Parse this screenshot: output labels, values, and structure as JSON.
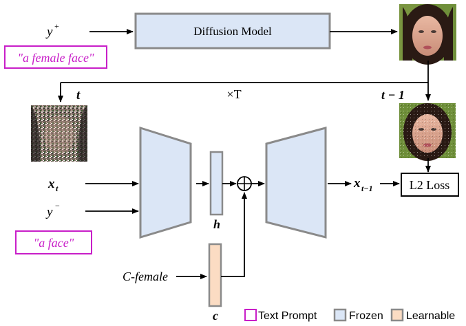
{
  "colors": {
    "frozen_fill": "#dbe6f6",
    "frozen_stroke": "#8a8a8a",
    "learnable_fill": "#fbdcc3",
    "prompt": "#c81ec8"
  },
  "top": {
    "y_plus": "y",
    "y_plus_sup": "+",
    "prompt_female": "\"a female face\"",
    "diffusion_model": "Diffusion Model"
  },
  "loop": {
    "t": "t",
    "times_T": "×T",
    "t_minus_1": "t − 1"
  },
  "inputs": {
    "x_t": "x",
    "x_t_sub": "t",
    "y_minus": "y",
    "y_minus_sup": "−",
    "prompt_face": "\"a face\"",
    "c_female": "C-female"
  },
  "net": {
    "h_label": "h",
    "c_label": "c",
    "x_out": "x",
    "x_out_sub": "t−1",
    "l2_loss": "L2 Loss"
  },
  "legend": {
    "text_prompt": "Text Prompt",
    "frozen": "Frozen",
    "learnable": "Learnable"
  },
  "images": {
    "clean_face": "face-image",
    "noisy_face_t": "noisy-face-image",
    "noisy_face_t_minus_1": "slightly-noisy-face-image"
  }
}
